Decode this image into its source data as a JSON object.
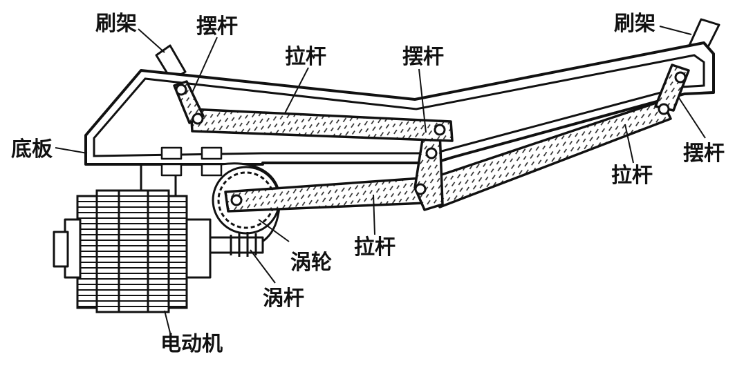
{
  "labels": {
    "brush_holder_left": "刷架",
    "brush_holder_right": "刷架",
    "rocker_left": "摆杆",
    "rocker_middle": "摆杆",
    "rocker_right": "摆杆",
    "pull_rod_top": "拉杆",
    "pull_rod_lower": "拉杆",
    "pull_rod_right": "拉杆",
    "base_plate": "底板",
    "worm_wheel": "涡轮",
    "worm": "涡杆",
    "motor": "电动机"
  }
}
